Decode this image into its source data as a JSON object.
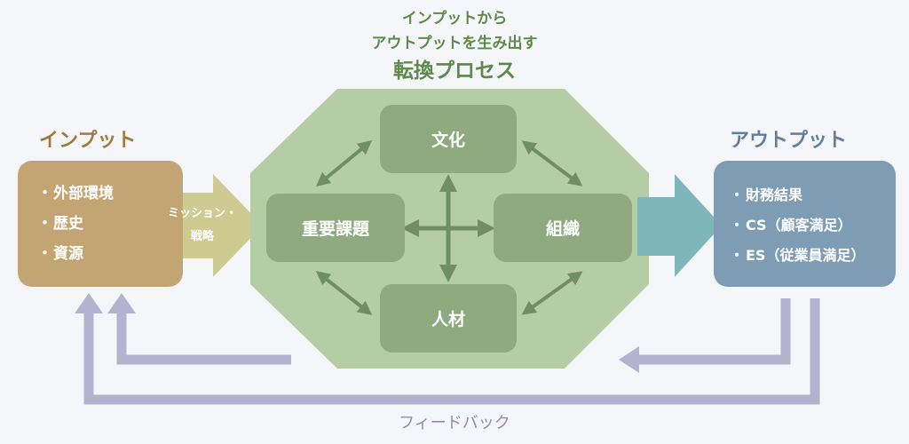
{
  "title": {
    "line1": "インプットから",
    "line2": "アウトプットを生み出す",
    "line3": "転換プロセス"
  },
  "input": {
    "heading": "インプット",
    "items": [
      "外部環境",
      "歴史",
      "資源"
    ]
  },
  "mission_arrow": {
    "line1": "ミッション・",
    "line2": "戦略"
  },
  "process": {
    "top": "文化",
    "left": "重要課題",
    "right": "組織",
    "bottom": "人材"
  },
  "output": {
    "heading": "アウトプット",
    "items": [
      "財務結果",
      "CS（顧客満足）",
      "ES（従業員満足）"
    ]
  },
  "feedback": {
    "label": "フィードバック"
  },
  "bullet_char": "・",
  "colors": {
    "title_green": "#5d8a48",
    "input_tan": "#c3a574",
    "input_heading": "#a07a38",
    "output_blue": "#7e9cb3",
    "output_heading": "#5f7f9c",
    "octagon_green": "#b4cda4",
    "box_green": "#8faa7f",
    "mission_arrow": "#cfc992",
    "output_arrow": "#7fb6b9",
    "feedback_purple": "#b4b3cf",
    "inner_arrow": "#6f8f62"
  }
}
